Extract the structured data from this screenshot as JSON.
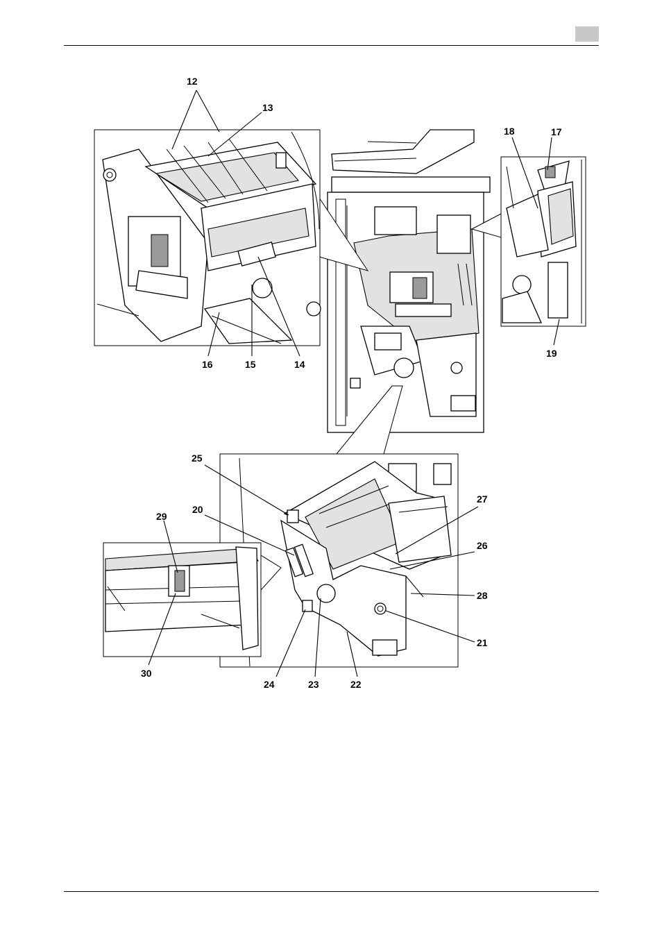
{
  "callouts": {
    "c12": "12",
    "c13": "13",
    "c14": "14",
    "c15": "15",
    "c16": "16",
    "c17": "17",
    "c18": "18",
    "c19": "19",
    "c20": "20",
    "c21": "21",
    "c22": "22",
    "c23": "23",
    "c24": "24",
    "c25": "25",
    "c26": "26",
    "c27": "27",
    "c28": "28",
    "c29": "29",
    "c30": "30"
  },
  "colors": {
    "line": "#000000",
    "shade": "#e2e2e2",
    "tab": "#c8c8c8"
  }
}
